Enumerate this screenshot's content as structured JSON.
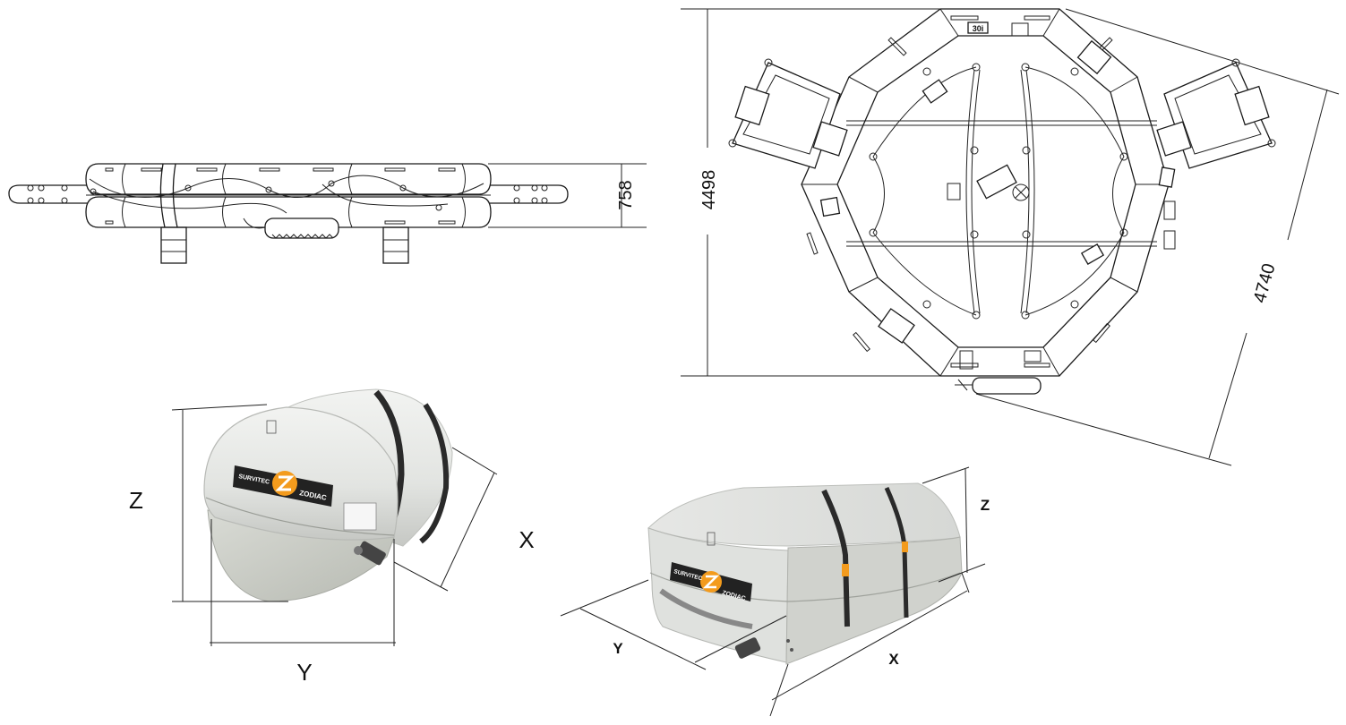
{
  "side_view": {
    "height_dim": "758"
  },
  "top_view": {
    "length_dim": "4498",
    "width_dim": "4740",
    "badge": "30i"
  },
  "container_round": {
    "brand_left": "SURVITEC",
    "brand_right": "ZODIAC",
    "dim_z": "Z",
    "dim_x": "X",
    "dim_y": "Y"
  },
  "container_box": {
    "brand_left": "SURVITEC",
    "brand_right": "ZODIAC",
    "dim_z": "Z",
    "dim_x": "X",
    "dim_y": "Y"
  },
  "colors": {
    "line": "#1a1a1a",
    "container_shell": "#e4e6e4",
    "container_shade": "#c9cbc7",
    "logo_orange": "#f39b1d",
    "logo_band": "#222222"
  }
}
